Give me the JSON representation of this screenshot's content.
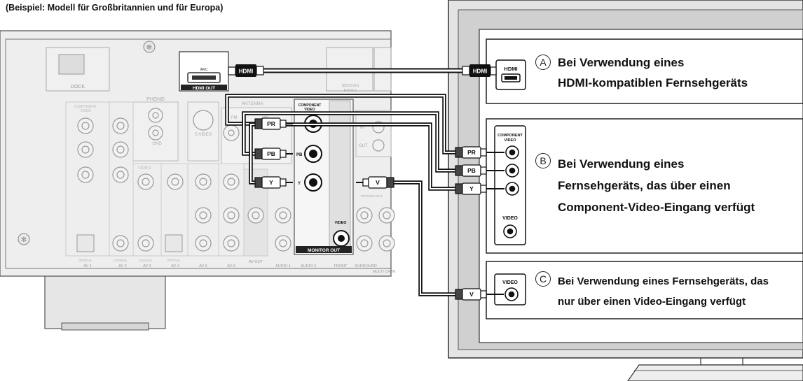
{
  "caption": "(Beispiel: Modell für Großbritannien und für Europa)",
  "receiver": {
    "dock": "DOCK",
    "hdmi_out": "HDMI OUT",
    "arc": "ARC",
    "phono": "PHONO",
    "gnd": "GND",
    "svideo": "S VIDEO",
    "antenna": "ANTENNA",
    "fm": "FM",
    "am": "AM",
    "component_video": "COMPONENT VIDEO",
    "video": "VIDEO",
    "monitor_out": "MONITOR OUT",
    "remote": "REMOTE",
    "in": "IN",
    "out": "OUT",
    "trigger_out": "TRIGGER OUT",
    "pr": "PR",
    "pb": "PB",
    "y": "Y",
    "optical": "OPTICAL",
    "coaxial": "COAXIAL",
    "av_labels": [
      "AV 1",
      "AV 2",
      "AV 3",
      "AV 4",
      "AV 5",
      "AV 6",
      "AV OUT",
      "AUDIO 1",
      "AUDIO 2",
      "FRONT",
      "SURROUND"
    ],
    "multi_ch": "MULTI CH IN",
    "hdmi1": "HDMI 1",
    "bd_dvd": "(BD/DVD)"
  },
  "cables": {
    "hdmi": "HDMI",
    "pr": "PR",
    "pb": "PB",
    "y": "Y",
    "v": "V"
  },
  "tv": {
    "hdmi_port": "HDMI",
    "component_video": "COMPONENT VIDEO",
    "video": "VIDEO",
    "option_a": {
      "letter": "A",
      "line1": "Bei Verwendung eines",
      "line2": "HDMI-kompatiblen Fernsehgeräts"
    },
    "option_b": {
      "letter": "B",
      "line1": "Bei Verwendung eines",
      "line2": "Fernsehgeräts, das über einen",
      "line3": "Component-Video-Eingang verfügt"
    },
    "option_c": {
      "letter": "C",
      "line1": "Bei Verwendung eines Fernsehgeräts, das",
      "line2": "nur über einen Video-Eingang verfügt"
    }
  }
}
